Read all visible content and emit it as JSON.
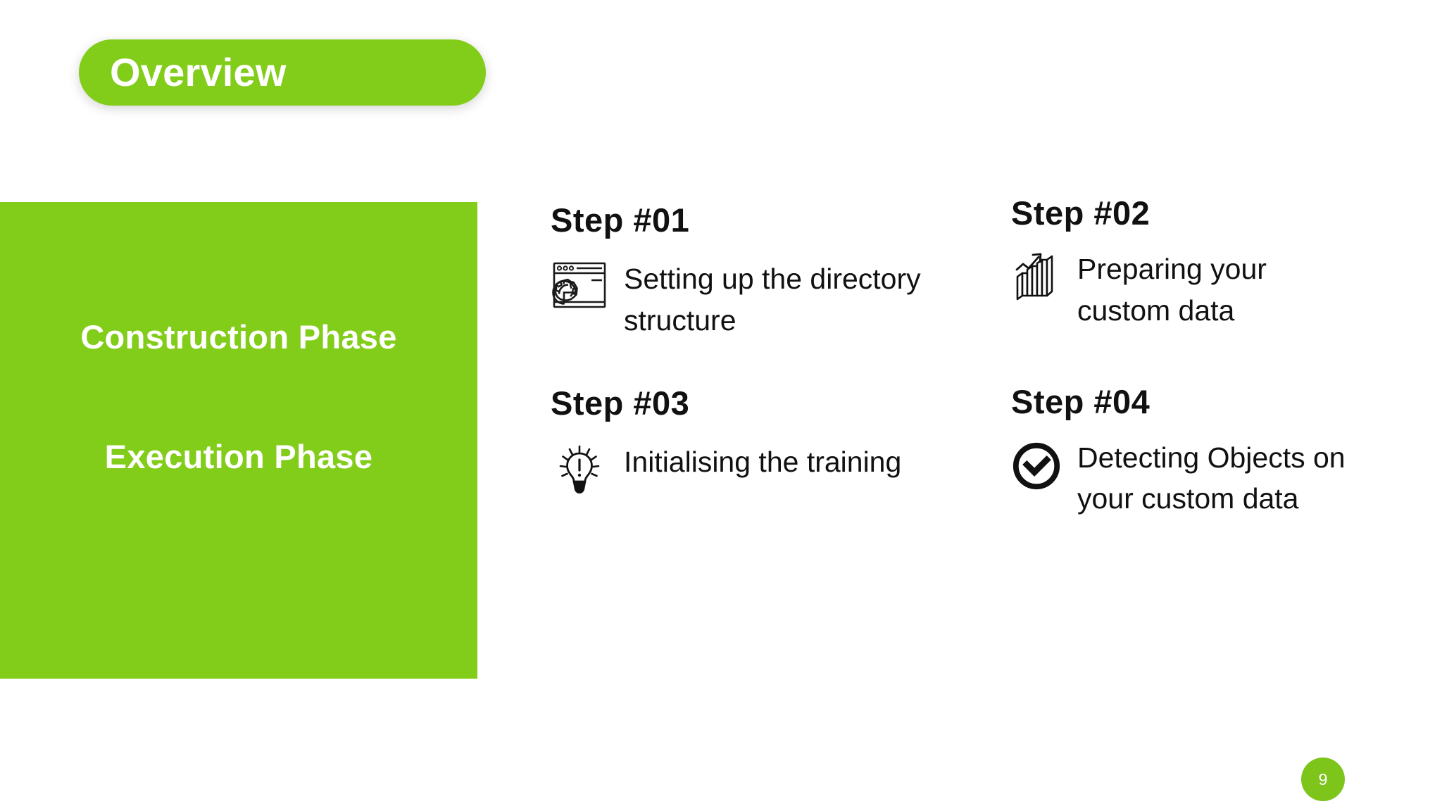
{
  "slide": {
    "title": "Overview",
    "page_number": "9",
    "accent_color": "#82CC1A",
    "text_color": "#111111",
    "background_color": "#FFFFFF"
  },
  "phase_panel": {
    "phases": [
      {
        "label": "Construction Phase"
      },
      {
        "label": "Execution Phase"
      }
    ]
  },
  "steps": [
    {
      "title": "Step #01",
      "text": "Setting up the directory structure",
      "icon": "browser-window-gear-icon"
    },
    {
      "title": "Step #02",
      "text": "Preparing your custom data",
      "icon": "bar-chart-growth-icon"
    },
    {
      "title": "Step #03",
      "text": "Initialising the training",
      "icon": "lightbulb-idea-icon"
    },
    {
      "title": "Step #04",
      "text": "Detecting Objects on your custom data",
      "icon": "check-circle-icon"
    }
  ]
}
